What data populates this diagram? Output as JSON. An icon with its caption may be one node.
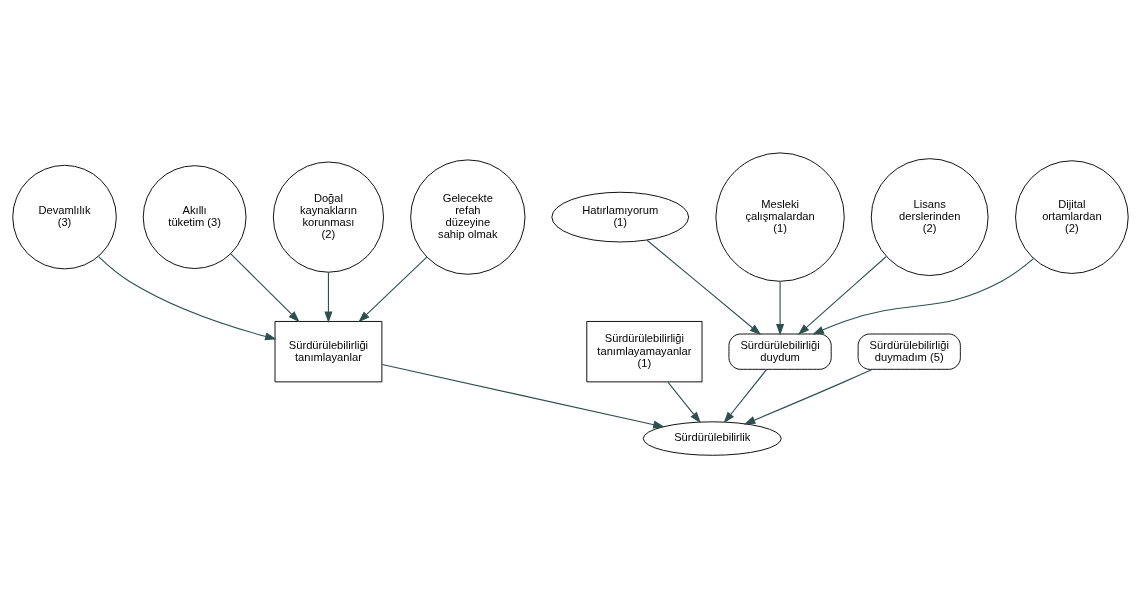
{
  "diagram": {
    "nodes": [
      {
        "text": [
          "Sürdürülebilirlik"
        ]
      },
      {
        "text": [
          "Sürdürülebilirliği tanımlayanlar"
        ]
      },
      {
        "text": [
          "Sürdürülebilirliği tanımlayamayanlar (1)"
        ]
      },
      {
        "text": [
          "Sürdürülebilirliği duydum"
        ]
      },
      {
        "text": [
          "Sürdürülebilirliği duymadım (5)"
        ]
      },
      {
        "text": [
          "Devamlılık (3)"
        ]
      },
      {
        "text": [
          "Akıllı tüketim (3)"
        ]
      },
      {
        "text": [
          "Doğal kaynakların korunması (2)"
        ]
      },
      {
        "text": [
          "Gelecekte refah düzeyine sahip olmak"
        ]
      },
      {
        "text": [
          "Hatırlamıyorum (1)"
        ]
      },
      {
        "text": [
          "Mesleki çalışmalardan (1)"
        ]
      },
      {
        "text": [
          "Lisans derslerinden (2)"
        ]
      },
      {
        "text": [
          "Dijital ortamlardan (2)"
        ]
      }
    ],
    "edges": [
      {
        "from": 5,
        "to": 1,
        "arrow": "to"
      },
      {
        "from": 6,
        "to": 1,
        "arrow": "to"
      },
      {
        "from": 7,
        "to": 1,
        "arrow": "to"
      },
      {
        "from": 8,
        "to": 1,
        "arrow": "to"
      },
      {
        "from": 1,
        "to": 0,
        "arrow": "to"
      },
      {
        "from": 2,
        "to": 0,
        "arrow": "to"
      },
      {
        "from": 3,
        "to": 0,
        "arrow": "to"
      },
      {
        "from": 4,
        "to": 0,
        "arrow": "to"
      },
      {
        "from": 9,
        "to": 3,
        "arrow": "to"
      },
      {
        "from": 10,
        "to": 3,
        "arrow": "to"
      },
      {
        "from": 11,
        "to": 3,
        "arrow": "to"
      },
      {
        "from": 12,
        "to": 3,
        "arrow": "to"
      }
    ]
  }
}
